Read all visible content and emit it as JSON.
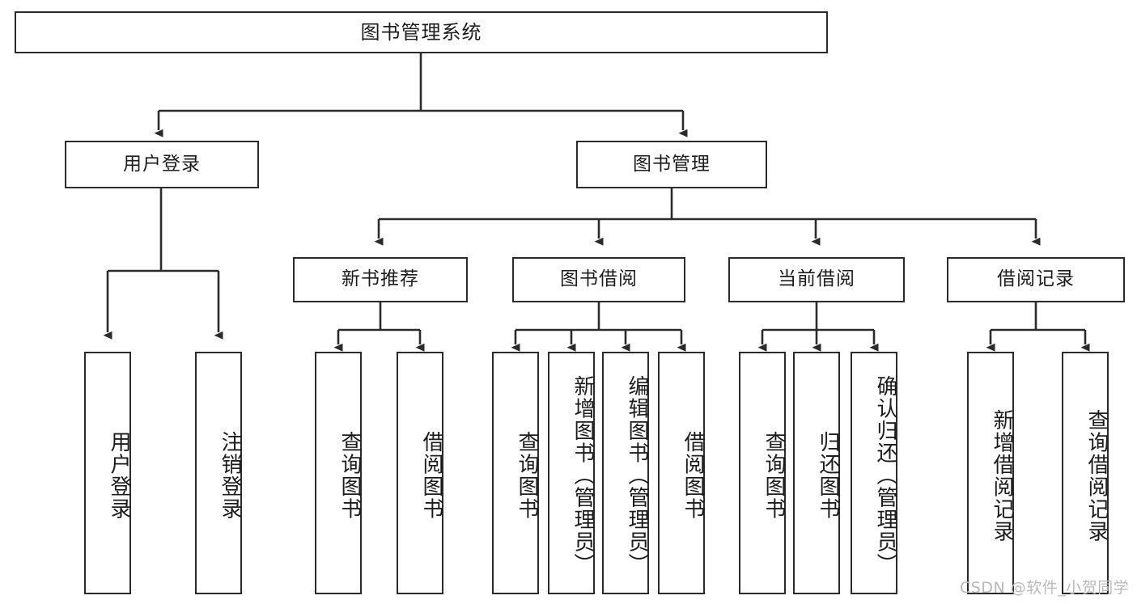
{
  "diagram": {
    "title": "图书管理系统",
    "type": "tree",
    "background": "#ffffff",
    "line_color": "#2b2b2b",
    "text_color": "#1c1c1c"
  },
  "nodes": {
    "root": {
      "label": "图书管理系统"
    },
    "level2": [
      {
        "id": "user-login",
        "label": "用户登录"
      },
      {
        "id": "book-manage",
        "label": "图书管理"
      }
    ],
    "level3": [
      {
        "id": "new-book-recommend",
        "label": "新书推荐"
      },
      {
        "id": "book-borrow",
        "label": "图书借阅"
      },
      {
        "id": "current-borrow",
        "label": "当前借阅"
      },
      {
        "id": "borrow-record",
        "label": "借阅记录"
      }
    ],
    "leaves": {
      "user_login": [
        {
          "id": "leaf-user-login",
          "label": "用户登录"
        },
        {
          "id": "leaf-logout-login",
          "label": "注销登录"
        }
      ],
      "new_book_recommend": [
        {
          "id": "leaf-query-book-1",
          "label": "查询图书"
        },
        {
          "id": "leaf-borrow-book-1",
          "label": "借阅图书"
        }
      ],
      "book_borrow": [
        {
          "id": "leaf-query-book-2",
          "label": "查询图书"
        },
        {
          "id": "leaf-add-book",
          "label": "新增图书（管理员）"
        },
        {
          "id": "leaf-edit-book",
          "label": "编辑图书（管理员）"
        },
        {
          "id": "leaf-borrow-book-2",
          "label": "借阅图书"
        }
      ],
      "current_borrow": [
        {
          "id": "leaf-query-book-3",
          "label": "查询图书"
        },
        {
          "id": "leaf-return-book",
          "label": "归还图书"
        },
        {
          "id": "leaf-confirm-return",
          "label": "确认归还（管理员）"
        }
      ],
      "borrow_record": [
        {
          "id": "leaf-add-record",
          "label": "新增借阅记录"
        },
        {
          "id": "leaf-query-record",
          "label": "查询借阅记录"
        }
      ]
    }
  },
  "watermark": {
    "text": "CSDN @软件_小贺同学"
  }
}
